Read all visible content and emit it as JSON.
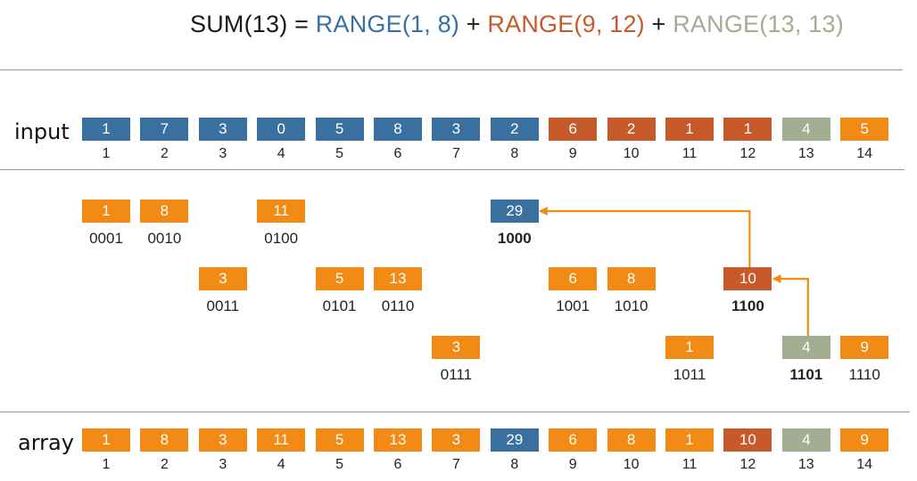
{
  "colors": {
    "blue": "#3a70a0",
    "orange": "#f28a16",
    "rust": "#c65a2a",
    "sage": "#a2ad92",
    "black": "#1a1a1a"
  },
  "formula": {
    "parts": [
      {
        "text": "SUM(13) = ",
        "color": "black"
      },
      {
        "text": "RANGE(1, 8)",
        "color": "blue"
      },
      {
        "text": " + ",
        "color": "black"
      },
      {
        "text": "RANGE(9, 12)",
        "color": "rust"
      },
      {
        "text": "  + ",
        "color": "black"
      },
      {
        "text": "RANGE(13, 13)",
        "color": "sage"
      }
    ]
  },
  "input": {
    "label": "input",
    "cells": [
      {
        "value": "1",
        "index": "1",
        "color": "blue"
      },
      {
        "value": "7",
        "index": "2",
        "color": "blue"
      },
      {
        "value": "3",
        "index": "3",
        "color": "blue"
      },
      {
        "value": "0",
        "index": "4",
        "color": "blue"
      },
      {
        "value": "5",
        "index": "5",
        "color": "blue"
      },
      {
        "value": "8",
        "index": "6",
        "color": "blue"
      },
      {
        "value": "3",
        "index": "7",
        "color": "blue"
      },
      {
        "value": "2",
        "index": "8",
        "color": "blue"
      },
      {
        "value": "6",
        "index": "9",
        "color": "rust"
      },
      {
        "value": "2",
        "index": "10",
        "color": "rust"
      },
      {
        "value": "1",
        "index": "11",
        "color": "rust"
      },
      {
        "value": "1",
        "index": "12",
        "color": "rust"
      },
      {
        "value": "4",
        "index": "13",
        "color": "sage"
      },
      {
        "value": "5",
        "index": "14",
        "color": "orange"
      }
    ]
  },
  "tree": {
    "nodes": [
      {
        "value": "1",
        "binary": "0001",
        "position": 1,
        "level": 1,
        "color": "orange",
        "bold": false
      },
      {
        "value": "8",
        "binary": "0010",
        "position": 2,
        "level": 1,
        "color": "orange",
        "bold": false
      },
      {
        "value": "3",
        "binary": "0011",
        "position": 3,
        "level": 2,
        "color": "orange",
        "bold": false
      },
      {
        "value": "11",
        "binary": "0100",
        "position": 4,
        "level": 1,
        "color": "orange",
        "bold": false
      },
      {
        "value": "5",
        "binary": "0101",
        "position": 5,
        "level": 2,
        "color": "orange",
        "bold": false
      },
      {
        "value": "13",
        "binary": "0110",
        "position": 6,
        "level": 2,
        "color": "orange",
        "bold": false
      },
      {
        "value": "3",
        "binary": "0111",
        "position": 7,
        "level": 3,
        "color": "orange",
        "bold": false
      },
      {
        "value": "29",
        "binary": "1000",
        "position": 8,
        "level": 1,
        "color": "blue",
        "bold": true
      },
      {
        "value": "6",
        "binary": "1001",
        "position": 9,
        "level": 2,
        "color": "orange",
        "bold": false
      },
      {
        "value": "8",
        "binary": "1010",
        "position": 10,
        "level": 2,
        "color": "orange",
        "bold": false
      },
      {
        "value": "1",
        "binary": "1011",
        "position": 11,
        "level": 3,
        "color": "orange",
        "bold": false
      },
      {
        "value": "10",
        "binary": "1100",
        "position": 12,
        "level": 2,
        "color": "rust",
        "bold": true
      },
      {
        "value": "4",
        "binary": "1101",
        "position": 13,
        "level": 3,
        "color": "sage",
        "bold": true
      },
      {
        "value": "9",
        "binary": "1110",
        "position": 14,
        "level": 3,
        "color": "orange",
        "bold": false
      }
    ],
    "arrows": [
      {
        "from": 13,
        "to": 12
      },
      {
        "from": 12,
        "to": 8
      }
    ]
  },
  "array": {
    "label": "array",
    "cells": [
      {
        "value": "1",
        "index": "1",
        "color": "orange"
      },
      {
        "value": "8",
        "index": "2",
        "color": "orange"
      },
      {
        "value": "3",
        "index": "3",
        "color": "orange"
      },
      {
        "value": "11",
        "index": "4",
        "color": "orange"
      },
      {
        "value": "5",
        "index": "5",
        "color": "orange"
      },
      {
        "value": "13",
        "index": "6",
        "color": "orange"
      },
      {
        "value": "3",
        "index": "7",
        "color": "orange"
      },
      {
        "value": "29",
        "index": "8",
        "color": "blue"
      },
      {
        "value": "6",
        "index": "9",
        "color": "orange"
      },
      {
        "value": "8",
        "index": "10",
        "color": "orange"
      },
      {
        "value": "1",
        "index": "11",
        "color": "orange"
      },
      {
        "value": "10",
        "index": "12",
        "color": "rust"
      },
      {
        "value": "4",
        "index": "13",
        "color": "sage"
      },
      {
        "value": "9",
        "index": "14",
        "color": "orange"
      }
    ]
  }
}
